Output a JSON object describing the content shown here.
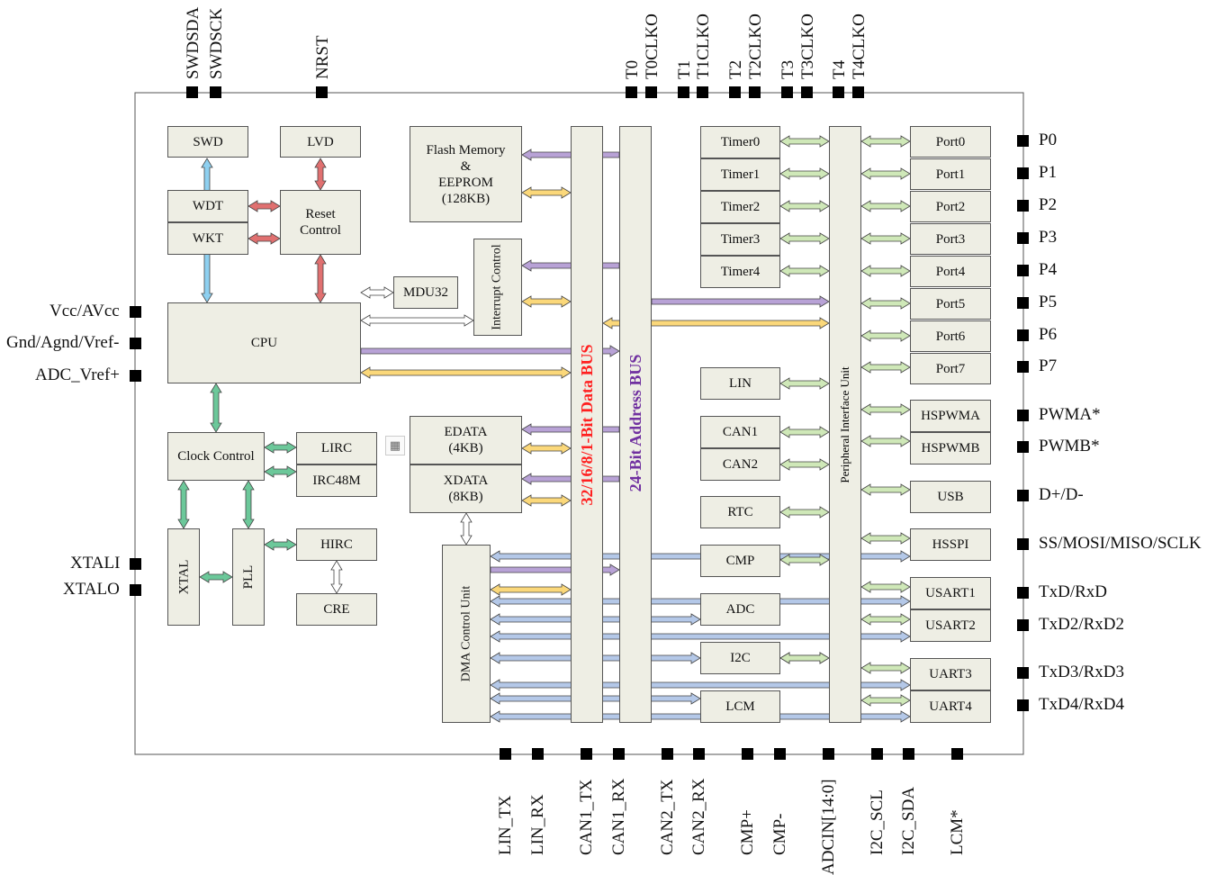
{
  "pins": {
    "top": [
      "SWDSDA",
      "SWDSCK",
      "NRST",
      "T0",
      "T0CLKO",
      "T1",
      "T1CLKO",
      "T2",
      "T2CLKO",
      "T3",
      "T3CLKO",
      "T4",
      "T4CLKO"
    ],
    "left": [
      "Vcc/AVcc",
      "Gnd/Agnd/Vref-",
      "ADC_Vref+",
      "XTALI",
      "XTALO"
    ],
    "right": [
      "P0",
      "P1",
      "P2",
      "P3",
      "P4",
      "P5",
      "P6",
      "P7",
      "PWMA*",
      "PWMB*",
      "D+/D-",
      "SS/MOSI/MISO/SCLK",
      "TxD/RxD",
      "TxD2/RxD2",
      "TxD3/RxD3",
      "TxD4/RxD4"
    ],
    "bottom": [
      "LIN_TX",
      "LIN_RX",
      "CAN1_TX",
      "CAN1_RX",
      "CAN2_TX",
      "CAN2_RX",
      "CMP+",
      "CMP-",
      "ADCIN[14:0]",
      "I2C_SCL",
      "I2C_SDA",
      "LCM*"
    ]
  },
  "blocks": {
    "swd": "SWD",
    "lvd": "LVD",
    "wdt": "WDT",
    "wkt": "WKT",
    "reset": "Reset\nControl",
    "flash": "Flash Memory\n&\nEEPROM\n(128KB)",
    "interrupt": "Interrupt\nControl",
    "mdu32": "MDU32",
    "cpu": "CPU",
    "clock": "Clock Control",
    "lirc": "LIRC",
    "irc48m": "IRC48M",
    "hirc": "HIRC",
    "cre": "CRE",
    "xtal": "XTAL",
    "pll": "PLL",
    "edata": "EDATA\n(4KB)",
    "xdata": "XDATA\n(8KB)",
    "dma": "DMA Control Unit",
    "timers": [
      "Timer0",
      "Timer1",
      "Timer2",
      "Timer3",
      "Timer4"
    ],
    "lin": "LIN",
    "can1": "CAN1",
    "can2": "CAN2",
    "rtc": "RTC",
    "cmp": "CMP",
    "adc": "ADC",
    "i2c": "I2C",
    "lcm": "LCM",
    "ports": [
      "Port0",
      "Port1",
      "Port2",
      "Port3",
      "Port4",
      "Port5",
      "Port6",
      "Port7"
    ],
    "hspwma": "HSPWMA",
    "hspwmb": "HSPWMB",
    "usb": "USB",
    "hsspi": "HSSPI",
    "usart1": "USART1",
    "usart2": "USART2",
    "uart3": "UART3",
    "uart4": "UART4",
    "piu": "Peripheral Interface Unit"
  },
  "buses": {
    "data": "32/16/8/1-Bit Data BUS",
    "address": "24-Bit Address BUS"
  },
  "colors": {
    "data_bus_text": "#ff2020",
    "address_bus_text": "#7030a0",
    "purple_arrow": "#b8a2d6",
    "yellow_arrow": "#fbd87a",
    "blue_arrow": "#b4c8e8",
    "green_arrow": "#cfe8b8",
    "teal_arrow": "#6cc89a",
    "red_arrow": "#e07070",
    "cyan_arrow": "#8ed0f0",
    "block_fill": "#eeeee4"
  },
  "icons": {
    "widget": "table-icon"
  }
}
